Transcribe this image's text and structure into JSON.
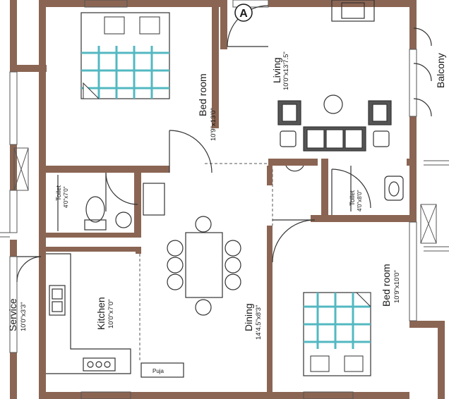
{
  "rooms": {
    "bedroom_master": {
      "name": "Bed room",
      "dims": "10'9\"x13'0\""
    },
    "living": {
      "name": "Living",
      "dims": "10'0\"x13'7.5\""
    },
    "balcony": {
      "name": "Balcony"
    },
    "toilet_left": {
      "name": "Toilet",
      "dims": "4'0\"x7'0\""
    },
    "toilet_right": {
      "name": "Toilet",
      "dims": "4'0\"x8'0\""
    },
    "dining": {
      "name": "Dining",
      "dims": "14'4.5\"x8'3\""
    },
    "kitchen": {
      "name": "Kitchen",
      "dims": "10'0\"x7'0\""
    },
    "service": {
      "name": "Service",
      "dims": "10'0\"x3'3\""
    },
    "bedroom_second": {
      "name": "Bed room",
      "dims": "10'9\"x10'0\""
    }
  },
  "entry_marker": "A",
  "cabinet_label": "Puja",
  "colors": {
    "wall": "#8b6553",
    "grid": "#53b8c2",
    "line": "#333333"
  }
}
